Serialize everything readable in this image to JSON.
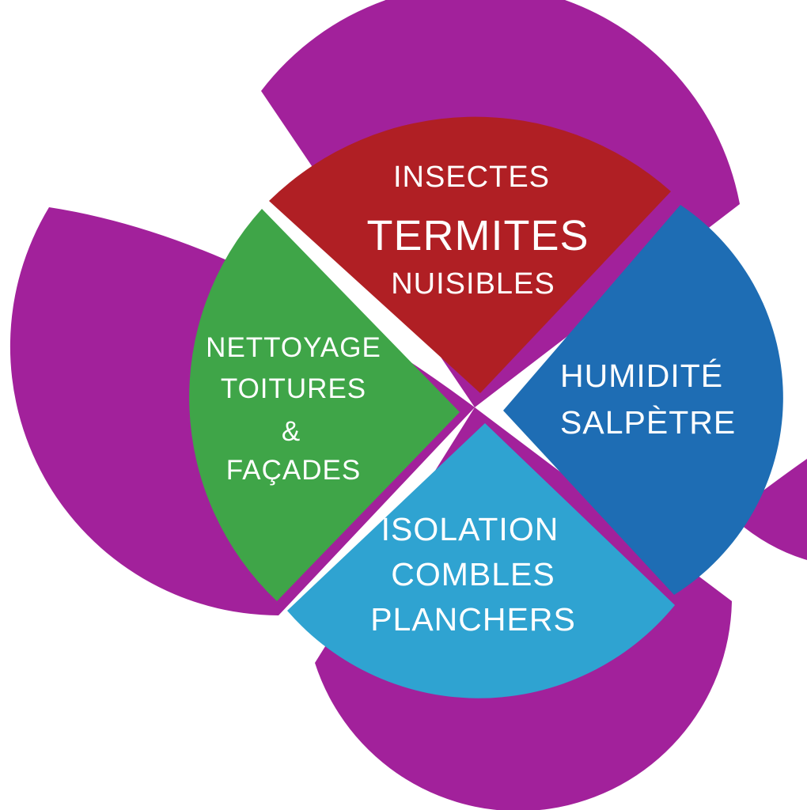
{
  "colors": {
    "background": "#ffffff",
    "backdrop_purple": "#a2219b",
    "red": "#b01f24",
    "blue": "#1e6db4",
    "light_blue": "#2fa3d1",
    "green": "#3fa548",
    "label_text": "#ffffff"
  },
  "segments": {
    "pests": {
      "lines": [
        "INSECTES",
        "TERMITES",
        "NUISIBLES"
      ]
    },
    "humidity": {
      "lines": [
        "HUMIDITÉ",
        "SALPÈTRE"
      ]
    },
    "insulation": {
      "lines": [
        "ISOLATION",
        "COMBLES",
        "PLANCHERS"
      ]
    },
    "cleaning": {
      "lines": [
        "NETTOYAGE",
        "TOITURES",
        "&",
        "FAÇADES"
      ]
    }
  }
}
